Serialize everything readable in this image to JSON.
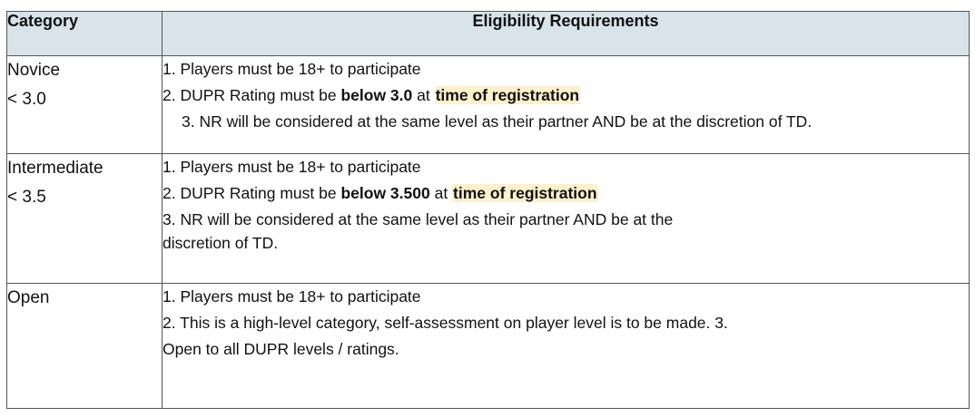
{
  "header": {
    "category": "Category",
    "requirements": "Eligibility Requirements"
  },
  "rows": [
    {
      "name": "Novice",
      "rating": "< 3.0",
      "req1": "1. Players must be 18+ to participate",
      "req2_pre": "2. DUPR Rating must be ",
      "req2_bold": "below 3.0",
      "req2_mid": " at ",
      "req2_hl": "time of registration",
      "req3": "3. NR will be considered at the same level as their partner AND be at the discretion of TD."
    },
    {
      "name": "Intermediate",
      "rating": "< 3.5",
      "req1": "1. Players must be 18+ to participate",
      "req2_pre": "2. DUPR Rating must be ",
      "req2_bold": "below 3.500",
      "req2_mid": " at ",
      "req2_hl": "time of registration",
      "req3a": "3. NR will be considered at the same level as their partner AND be at the",
      "req3b": "discretion of TD."
    },
    {
      "name": "Open",
      "req1": "1. Players must be 18+ to participate",
      "req2": "2. This is a high-level category, self-assessment on player level is to be made. 3.",
      "req3": "Open to all DUPR levels / ratings."
    }
  ]
}
